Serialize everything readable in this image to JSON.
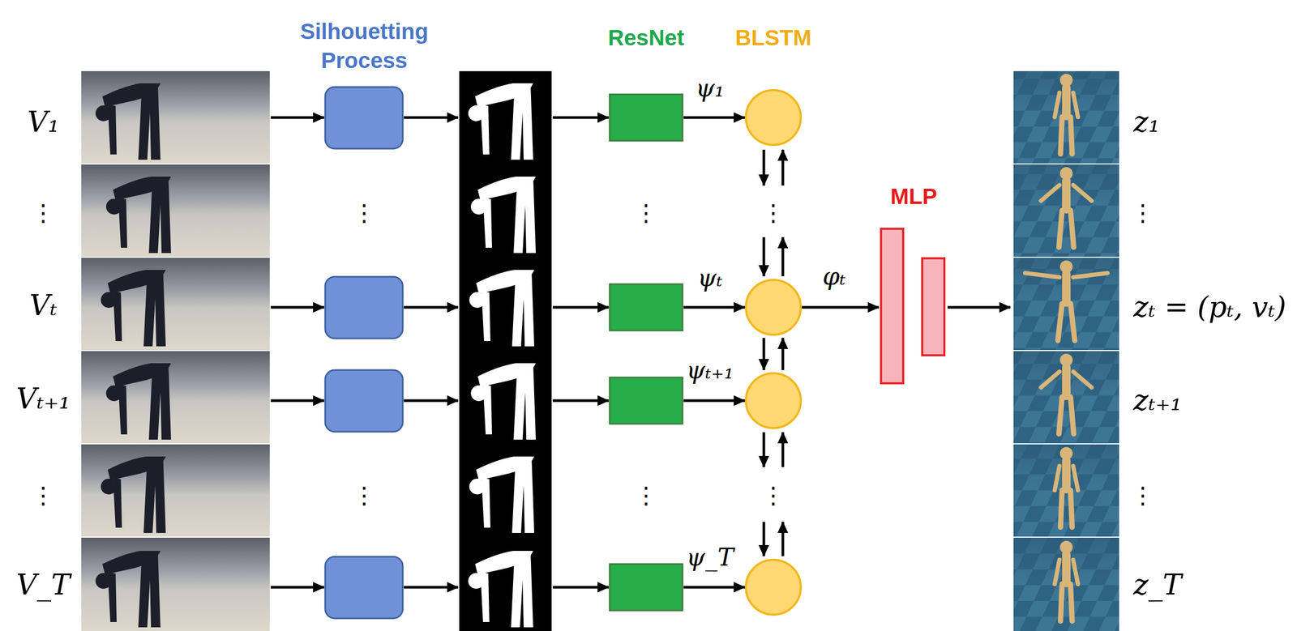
{
  "diagram": {
    "labels": [
      "V₁",
      "⋮",
      "Vₜ",
      "Vₜ₊₁",
      "⋮",
      "V_T",
      "Silhouetting Process",
      "⋮",
      "⋮",
      "ResNet",
      "BLSTM",
      "⋮",
      "⋮",
      "⋮",
      "⋮",
      "ψ₁",
      "ψₜ",
      "ψₜ₊₁",
      "ψ_T",
      "φₜ",
      "MLP",
      "z₁",
      "⋮",
      "zₜ = (pₜ, vₜ)",
      "zₜ₊₁",
      "⋮",
      "z_T"
    ]
  }
}
